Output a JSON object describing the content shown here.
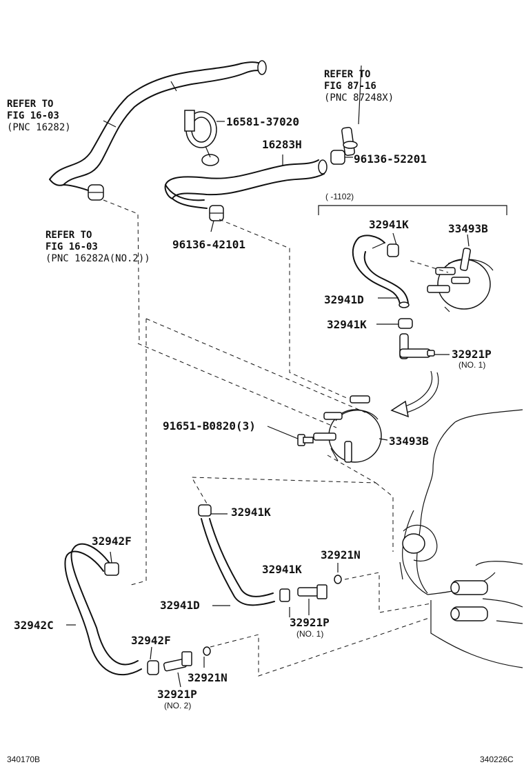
{
  "refs": {
    "ref_top_left": [
      "REFER TO",
      "FIG 16-03",
      "(PNC 16282)"
    ],
    "ref_mid_left": [
      "REFER TO",
      "FIG 16-03",
      "(PNC 16282A(NO.2))"
    ],
    "ref_top_right": [
      "REFER TO",
      "FIG 87-16",
      "(PNC 87248X)"
    ]
  },
  "range_note": "(      -1102)",
  "parts": {
    "p16581": "16581-37020",
    "p16283h": "16283H",
    "p96136_52201": "96136-52201",
    "p96136_42101": "96136-42101",
    "p32941k_a": "32941K",
    "p33493b_a": "33493B",
    "p32941d_a": "32941D",
    "p32941k_b": "32941K",
    "p32921p_a": "32921P",
    "p32921p_a_sub": "(NO. 1)",
    "p91651": "91651-B0820(3)",
    "p33493b_b": "33493B",
    "p32941k_c": "32941K",
    "p32942f_a": "32942F",
    "p32921n_a": "32921N",
    "p32941k_d": "32941K",
    "p32941d_b": "32941D",
    "p32921p_b": "32921P",
    "p32921p_b_sub": "(NO. 1)",
    "p32942c": "32942C",
    "p32942f_b": "32942F",
    "p32921n_b": "32921N",
    "p32921p_c": "32921P",
    "p32921p_c_sub": "(NO. 2)"
  },
  "codes": {
    "left": "340170B",
    "right": "340226C"
  }
}
